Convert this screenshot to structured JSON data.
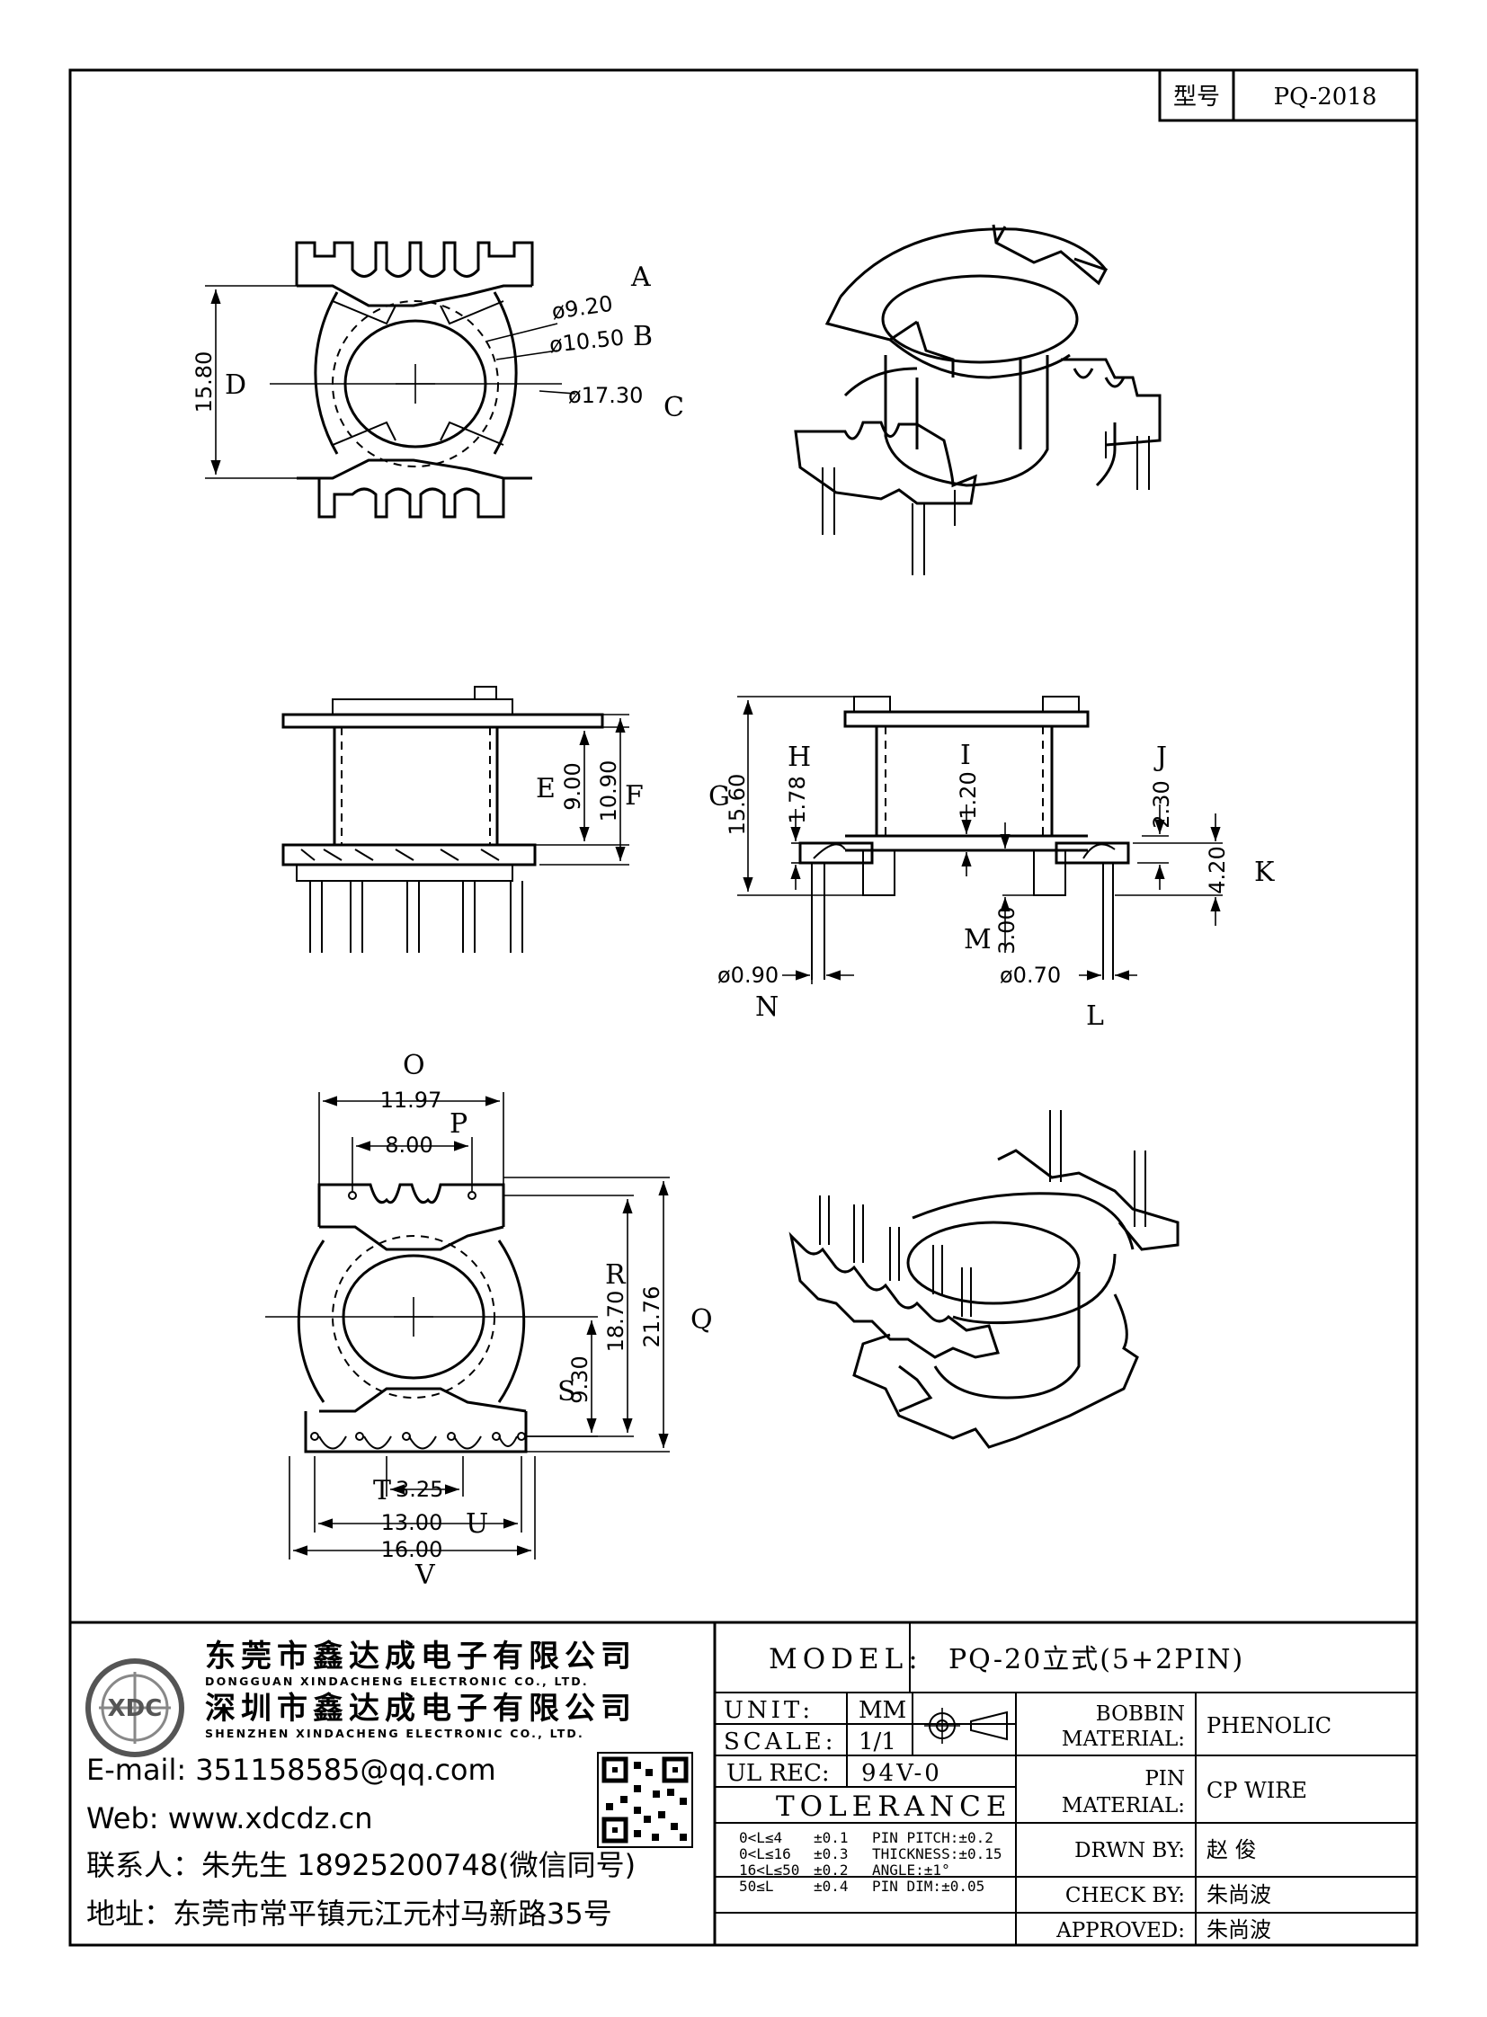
{
  "header": {
    "type_label": "型号",
    "type_value": "PQ-2018"
  },
  "top_view": {
    "labels": {
      "A": "A",
      "B": "B",
      "C": "C",
      "D": "D"
    },
    "dims": {
      "phi1": "ø9.20",
      "phi2": "ø10.50",
      "phi3": "ø17.30",
      "height": "15.80"
    }
  },
  "side_view": {
    "labels": {
      "E": "E",
      "F": "F"
    },
    "dims": {
      "e": "9.00",
      "f": "10.90"
    }
  },
  "front_view": {
    "labels": {
      "G": "G",
      "H": "H",
      "I": "I",
      "J": "J",
      "K": "K",
      "M": "M",
      "N": "N",
      "L": "L"
    },
    "dims": {
      "g": "15.60",
      "h": "1.78",
      "i": "1.20",
      "j": "2.30",
      "k": "4.20",
      "m": "3.00",
      "n": "ø0.90",
      "l": "ø0.70"
    }
  },
  "bottom_view": {
    "labels": {
      "O": "O",
      "P": "P",
      "Q": "Q",
      "R": "R",
      "S": "S",
      "T": "T",
      "U": "U",
      "V": "V"
    },
    "dims": {
      "o": "11.97",
      "p": "8.00",
      "q": "21.76",
      "r": "18.70",
      "s": "9.30",
      "t": "3.25",
      "u": "13.00",
      "v": "16.00"
    }
  },
  "company": {
    "name_1": "东莞市鑫达成电子有限公司",
    "name_1_en": "DONGGUAN XINDACHENG ELECTRONIC CO., LTD.",
    "name_2": "深圳市鑫达成电子有限公司",
    "name_2_en": "SHENZHEN XINDACHENG ELECTRONIC CO., LTD.",
    "email": "E-mail:  351158585@qq.com",
    "web": "Web:  www.xdcdz.cn",
    "contact": "联系人：朱先生 18925200748(微信同号)",
    "address": "地址：东莞市常平镇元江元村马新路35号",
    "logo_text": "XDC"
  },
  "title_block": {
    "model_label": "MODEL:",
    "model_value": "PQ-20立式(5+2PIN)",
    "unit_label": "UNIT:",
    "unit_value": "MM",
    "scale_label": "SCALE:",
    "scale_value": "1/1",
    "ulrec_label": "UL REC:",
    "ulrec_value": "94V-0",
    "tolerance_label": "TOLERANCE",
    "tolerance_rows": [
      {
        "range": "0<L≤4",
        "tol": "±0.1",
        "extra": "PIN PITCH:±0.2"
      },
      {
        "range": "0<L≤16",
        "tol": "±0.3",
        "extra": "THICKNESS:±0.15"
      },
      {
        "range": "16<L≤50",
        "tol": "±0.2",
        "extra": "ANGLE:±1°"
      },
      {
        "range": "50≤L",
        "tol": "±0.4",
        "extra": "PIN DIM:±0.05"
      }
    ],
    "bobbin_label_1": "BOBBIN",
    "bobbin_label_2": "MATERIAL:",
    "bobbin_value": "PHENOLIC",
    "pin_label_1": "PIN",
    "pin_label_2": "MATERIAL:",
    "pin_value": "CP WIRE",
    "drawn_label": "DRWN BY:",
    "drawn_value": "赵  俊",
    "check_label": "CHECK BY:",
    "check_value": "朱尚波",
    "approved_label": "APPROVED:",
    "approved_value": "朱尚波"
  }
}
